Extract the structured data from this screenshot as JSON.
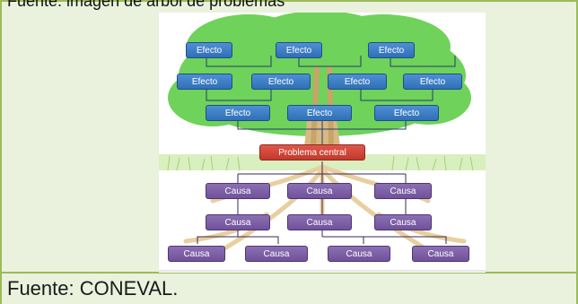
{
  "document": {
    "caption_top": "Fuente: imagen de árbol de problemas",
    "source": "Fuente: CONEVAL."
  },
  "diagram": {
    "effects": {
      "row1": [
        "Efecto",
        "Efecto",
        "Efecto"
      ],
      "row2": [
        "Efecto",
        "Efecto",
        "Efecto",
        "Efecto"
      ],
      "row3": [
        "Efecto",
        "Efecto",
        "Efecto"
      ]
    },
    "problem": "Problema central",
    "causes": {
      "row1": [
        "Causa",
        "Causa",
        "Causa"
      ],
      "row2": [
        "Causa",
        "Causa",
        "Causa"
      ],
      "row3": [
        "Causa",
        "Causa",
        "Causa",
        "Causa"
      ]
    },
    "colors": {
      "effect": "#3a7cc4",
      "problem": "#d0473a",
      "cause": "#7d5fa6",
      "foliage": "#6fd25a",
      "grass": "#cde6a8",
      "roots": "#e7c995"
    }
  }
}
